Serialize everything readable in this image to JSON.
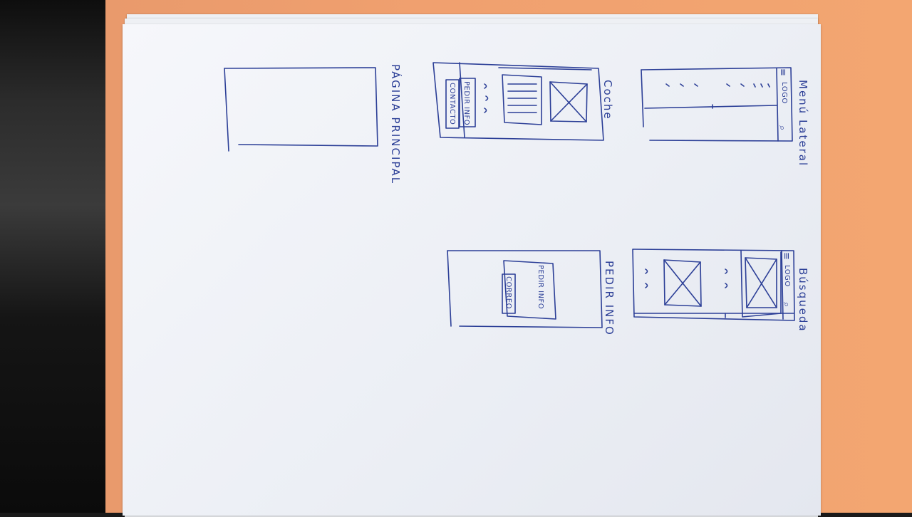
{
  "photo": {
    "description_labels": {
      "menu_lateral": "Menú Lateral",
      "coche": "Coche",
      "pagina_principal": "PÁGINA PRINCIPAL",
      "busqueda": "Búsqueda",
      "pedir_info_title": "PEDIR INFO",
      "logo_1": "LOGO",
      "logo_2": "LOGO",
      "btn_pedir_info": "PEDIR INFO",
      "btn_contacto": "CONTACTO",
      "btn_pedir_info_2": "PEDIR INFO",
      "btn_correo": "CORREO",
      "menu_icon": "≡",
      "search_icon": "⌕"
    }
  }
}
